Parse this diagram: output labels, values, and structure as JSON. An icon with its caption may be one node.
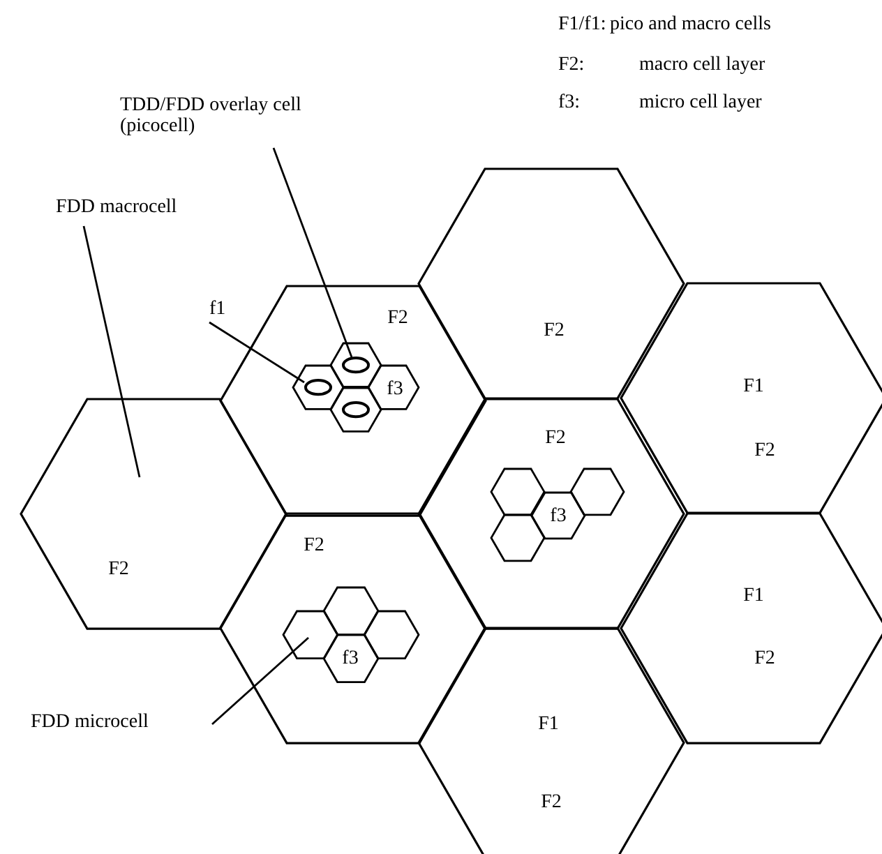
{
  "diagram": {
    "nodes": [
      {
        "text": [
          "TDD/FDD overlay cell (picocell)"
        ]
      },
      {
        "text": [
          "FDD macrocell"
        ]
      },
      {
        "text": [
          "f1"
        ]
      },
      {
        "text": [
          "FDD microcell"
        ]
      },
      {
        "text": [
          "F2"
        ]
      },
      {
        "text": [
          "F2"
        ]
      },
      {
        "text": [],
        "shape": "hexagon",
        "in": 5
      },
      {
        "text": [],
        "shape": "hexagon",
        "in": 5
      },
      {
        "text": [
          "f3"
        ],
        "in": 5
      },
      {
        "text": [],
        "shape": "hexagon",
        "in": 5
      },
      {
        "text": [
          "F2"
        ]
      },
      {
        "text": [
          "F1",
          "F2"
        ]
      },
      {
        "text": [
          "F2"
        ]
      },
      {
        "text": [],
        "shape": "hexagon",
        "in": 12
      },
      {
        "text": [],
        "shape": "hexagon",
        "in": 12
      },
      {
        "text": [
          "f3"
        ],
        "in": 12
      },
      {
        "text": [],
        "shape": "hexagon",
        "in": 12
      },
      {
        "text": [
          "F2"
        ]
      },
      {
        "text": [],
        "shape": "hexagon",
        "in": 17
      },
      {
        "text": [],
        "shape": "hexagon",
        "in": 17
      },
      {
        "text": [],
        "shape": "hexagon",
        "in": 17
      },
      {
        "text": [
          "f3"
        ],
        "in": 17
      },
      {
        "text": [
          "F1",
          "F2"
        ]
      },
      {
        "text": [
          "F1",
          "F2"
        ]
      }
    ],
    "edges": [
      {
        "from": 0,
        "to": 6,
        "arrow": "none"
      },
      {
        "from": 1,
        "to": 10,
        "arrow": "none"
      },
      {
        "from": 2,
        "to": 7,
        "arrow": "none"
      },
      {
        "from": 3,
        "to": 19,
        "arrow": "none"
      }
    ],
    "labels": [
      "F1/f1:",
      "pico and macro cells",
      "F2:",
      "macro cell layer",
      "f3:",
      "micro cell layer"
    ]
  }
}
